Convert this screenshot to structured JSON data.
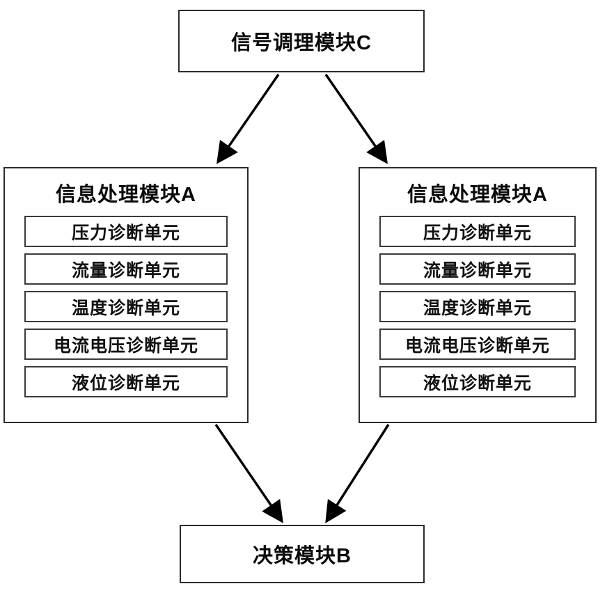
{
  "diagram": {
    "top_box": {
      "label": "信号调理模块C"
    },
    "left_module": {
      "title": "信息处理模块A",
      "units": [
        "压力诊断单元",
        "流量诊断单元",
        "温度诊断单元",
        "电流电压诊断单元",
        "液位诊断单元"
      ]
    },
    "right_module": {
      "title": "信息处理模块A",
      "units": [
        "压力诊断单元",
        "流量诊断单元",
        "温度诊断单元",
        "电流电压诊断单元",
        "液位诊断单元"
      ]
    },
    "bottom_box": {
      "label": "决策模块B"
    }
  },
  "colors": {
    "background": "#ffffff",
    "border": "#2b2b2b",
    "text": "#0a0a0a",
    "arrow": "#000000"
  }
}
